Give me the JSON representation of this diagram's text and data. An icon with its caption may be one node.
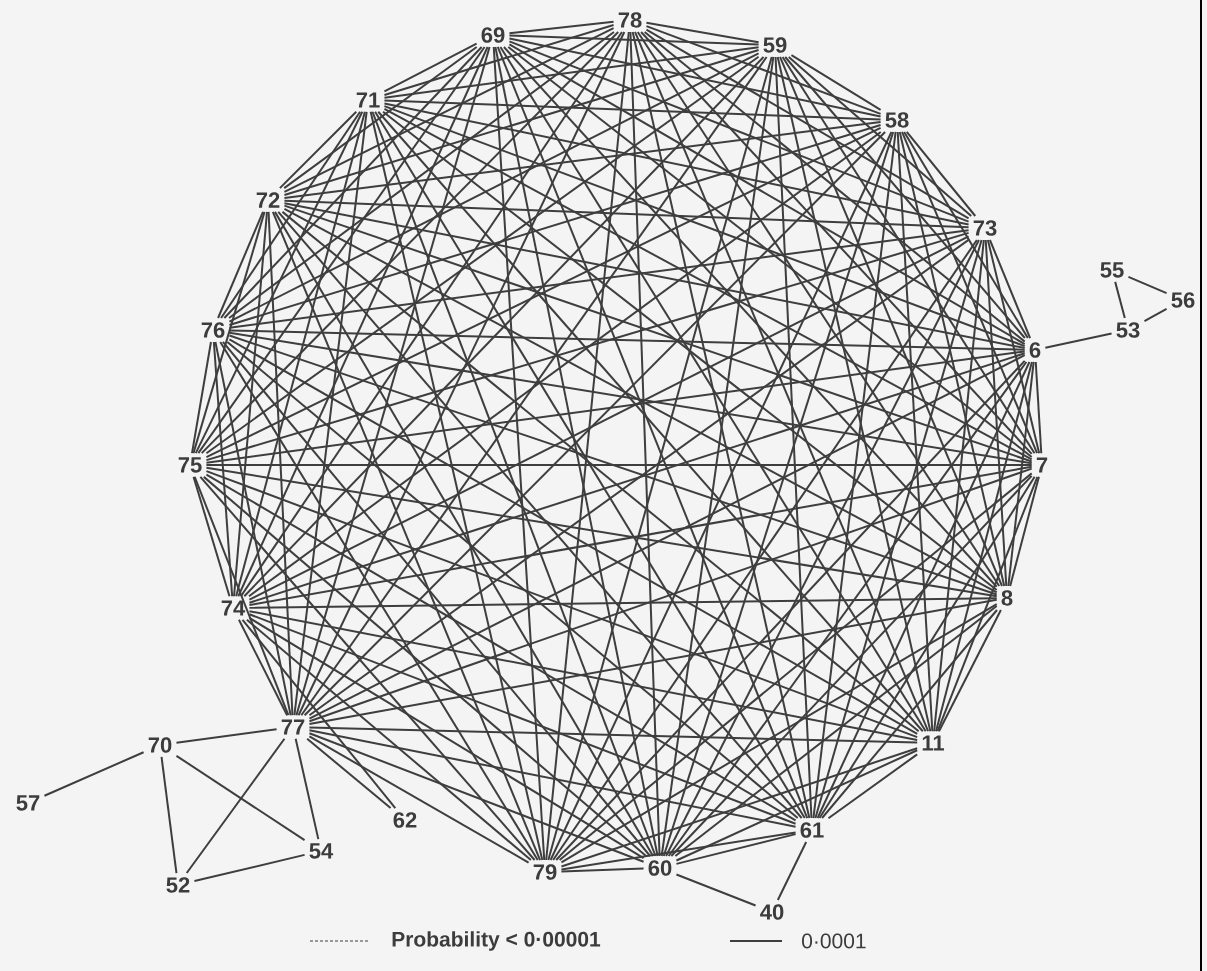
{
  "diagram": {
    "nodes": [
      {
        "text": [
          "78"
        ]
      },
      {
        "text": [
          "59"
        ]
      },
      {
        "text": [
          "58"
        ]
      },
      {
        "text": [
          "73"
        ]
      },
      {
        "text": [
          "6"
        ]
      },
      {
        "text": [
          "7"
        ]
      },
      {
        "text": [
          "8"
        ]
      },
      {
        "text": [
          "11"
        ]
      },
      {
        "text": [
          "61"
        ]
      },
      {
        "text": [
          "60"
        ]
      },
      {
        "text": [
          "79"
        ]
      },
      {
        "text": [
          "77"
        ]
      },
      {
        "text": [
          "74"
        ]
      },
      {
        "text": [
          "75"
        ]
      },
      {
        "text": [
          "76"
        ]
      },
      {
        "text": [
          "72"
        ]
      },
      {
        "text": [
          "71"
        ]
      },
      {
        "text": [
          "69"
        ]
      },
      {
        "text": [
          "55"
        ]
      },
      {
        "text": [
          "56"
        ]
      },
      {
        "text": [
          "53"
        ]
      },
      {
        "text": [
          "70"
        ]
      },
      {
        "text": [
          "57"
        ]
      },
      {
        "text": [
          "62"
        ]
      },
      {
        "text": [
          "54"
        ]
      },
      {
        "text": [
          "52"
        ]
      },
      {
        "text": [
          "40"
        ]
      }
    ],
    "edges": [
      {
        "from": 0,
        "to": 1,
        "arrow": "none"
      },
      {
        "from": 0,
        "to": 2,
        "arrow": "none"
      },
      {
        "from": 0,
        "to": 3,
        "arrow": "none"
      },
      {
        "from": 0,
        "to": 4,
        "arrow": "none"
      },
      {
        "from": 0,
        "to": 5,
        "arrow": "none"
      },
      {
        "from": 0,
        "to": 6,
        "arrow": "none"
      },
      {
        "from": 0,
        "to": 7,
        "arrow": "none"
      },
      {
        "from": 0,
        "to": 8,
        "arrow": "none"
      },
      {
        "from": 0,
        "to": 9,
        "arrow": "none"
      },
      {
        "from": 0,
        "to": 10,
        "arrow": "none"
      },
      {
        "from": 0,
        "to": 11,
        "arrow": "none"
      },
      {
        "from": 0,
        "to": 12,
        "arrow": "none"
      },
      {
        "from": 0,
        "to": 13,
        "arrow": "none"
      },
      {
        "from": 0,
        "to": 14,
        "arrow": "none"
      },
      {
        "from": 0,
        "to": 15,
        "arrow": "none"
      },
      {
        "from": 0,
        "to": 16,
        "arrow": "none"
      },
      {
        "from": 0,
        "to": 17,
        "arrow": "none"
      },
      {
        "from": 1,
        "to": 2,
        "arrow": "none"
      },
      {
        "from": 1,
        "to": 3,
        "arrow": "none"
      },
      {
        "from": 1,
        "to": 4,
        "arrow": "none"
      },
      {
        "from": 1,
        "to": 5,
        "arrow": "none"
      },
      {
        "from": 1,
        "to": 6,
        "arrow": "none"
      },
      {
        "from": 1,
        "to": 7,
        "arrow": "none"
      },
      {
        "from": 1,
        "to": 8,
        "arrow": "none"
      },
      {
        "from": 1,
        "to": 9,
        "arrow": "none"
      },
      {
        "from": 1,
        "to": 10,
        "arrow": "none"
      },
      {
        "from": 1,
        "to": 11,
        "arrow": "none"
      },
      {
        "from": 1,
        "to": 12,
        "arrow": "none"
      },
      {
        "from": 1,
        "to": 13,
        "arrow": "none"
      },
      {
        "from": 1,
        "to": 14,
        "arrow": "none"
      },
      {
        "from": 1,
        "to": 15,
        "arrow": "none"
      },
      {
        "from": 1,
        "to": 16,
        "arrow": "none"
      },
      {
        "from": 1,
        "to": 17,
        "arrow": "none"
      },
      {
        "from": 2,
        "to": 3,
        "arrow": "none"
      },
      {
        "from": 2,
        "to": 4,
        "arrow": "none"
      },
      {
        "from": 2,
        "to": 5,
        "arrow": "none"
      },
      {
        "from": 2,
        "to": 6,
        "arrow": "none"
      },
      {
        "from": 2,
        "to": 7,
        "arrow": "none"
      },
      {
        "from": 2,
        "to": 8,
        "arrow": "none"
      },
      {
        "from": 2,
        "to": 9,
        "arrow": "none"
      },
      {
        "from": 2,
        "to": 10,
        "arrow": "none"
      },
      {
        "from": 2,
        "to": 11,
        "arrow": "none"
      },
      {
        "from": 2,
        "to": 12,
        "arrow": "none"
      },
      {
        "from": 2,
        "to": 13,
        "arrow": "none"
      },
      {
        "from": 2,
        "to": 14,
        "arrow": "none"
      },
      {
        "from": 2,
        "to": 15,
        "arrow": "none"
      },
      {
        "from": 2,
        "to": 16,
        "arrow": "none"
      },
      {
        "from": 2,
        "to": 17,
        "arrow": "none"
      },
      {
        "from": 3,
        "to": 4,
        "arrow": "none"
      },
      {
        "from": 3,
        "to": 5,
        "arrow": "none"
      },
      {
        "from": 3,
        "to": 6,
        "arrow": "none"
      },
      {
        "from": 3,
        "to": 7,
        "arrow": "none"
      },
      {
        "from": 3,
        "to": 8,
        "arrow": "none"
      },
      {
        "from": 3,
        "to": 9,
        "arrow": "none"
      },
      {
        "from": 3,
        "to": 10,
        "arrow": "none"
      },
      {
        "from": 3,
        "to": 11,
        "arrow": "none"
      },
      {
        "from": 3,
        "to": 12,
        "arrow": "none"
      },
      {
        "from": 3,
        "to": 13,
        "arrow": "none"
      },
      {
        "from": 3,
        "to": 14,
        "arrow": "none"
      },
      {
        "from": 3,
        "to": 15,
        "arrow": "none"
      },
      {
        "from": 3,
        "to": 16,
        "arrow": "none"
      },
      {
        "from": 3,
        "to": 17,
        "arrow": "none"
      },
      {
        "from": 4,
        "to": 5,
        "arrow": "none"
      },
      {
        "from": 4,
        "to": 6,
        "arrow": "none"
      },
      {
        "from": 4,
        "to": 7,
        "arrow": "none"
      },
      {
        "from": 4,
        "to": 8,
        "arrow": "none"
      },
      {
        "from": 4,
        "to": 9,
        "arrow": "none"
      },
      {
        "from": 4,
        "to": 10,
        "arrow": "none"
      },
      {
        "from": 4,
        "to": 11,
        "arrow": "none"
      },
      {
        "from": 4,
        "to": 12,
        "arrow": "none"
      },
      {
        "from": 4,
        "to": 13,
        "arrow": "none"
      },
      {
        "from": 4,
        "to": 14,
        "arrow": "none"
      },
      {
        "from": 4,
        "to": 15,
        "arrow": "none"
      },
      {
        "from": 4,
        "to": 16,
        "arrow": "none"
      },
      {
        "from": 4,
        "to": 17,
        "arrow": "none"
      },
      {
        "from": 5,
        "to": 6,
        "arrow": "none"
      },
      {
        "from": 5,
        "to": 7,
        "arrow": "none"
      },
      {
        "from": 5,
        "to": 8,
        "arrow": "none"
      },
      {
        "from": 5,
        "to": 9,
        "arrow": "none"
      },
      {
        "from": 5,
        "to": 10,
        "arrow": "none"
      },
      {
        "from": 5,
        "to": 11,
        "arrow": "none"
      },
      {
        "from": 5,
        "to": 12,
        "arrow": "none"
      },
      {
        "from": 5,
        "to": 13,
        "arrow": "none"
      },
      {
        "from": 5,
        "to": 14,
        "arrow": "none"
      },
      {
        "from": 5,
        "to": 15,
        "arrow": "none"
      },
      {
        "from": 5,
        "to": 16,
        "arrow": "none"
      },
      {
        "from": 5,
        "to": 17,
        "arrow": "none"
      },
      {
        "from": 6,
        "to": 7,
        "arrow": "none"
      },
      {
        "from": 6,
        "to": 8,
        "arrow": "none"
      },
      {
        "from": 6,
        "to": 9,
        "arrow": "none"
      },
      {
        "from": 6,
        "to": 10,
        "arrow": "none"
      },
      {
        "from": 6,
        "to": 11,
        "arrow": "none"
      },
      {
        "from": 6,
        "to": 12,
        "arrow": "none"
      },
      {
        "from": 6,
        "to": 13,
        "arrow": "none"
      },
      {
        "from": 6,
        "to": 14,
        "arrow": "none"
      },
      {
        "from": 6,
        "to": 15,
        "arrow": "none"
      },
      {
        "from": 6,
        "to": 16,
        "arrow": "none"
      },
      {
        "from": 6,
        "to": 17,
        "arrow": "none"
      },
      {
        "from": 7,
        "to": 8,
        "arrow": "none"
      },
      {
        "from": 7,
        "to": 9,
        "arrow": "none"
      },
      {
        "from": 7,
        "to": 10,
        "arrow": "none"
      },
      {
        "from": 7,
        "to": 11,
        "arrow": "none"
      },
      {
        "from": 7,
        "to": 12,
        "arrow": "none"
      },
      {
        "from": 7,
        "to": 13,
        "arrow": "none"
      },
      {
        "from": 7,
        "to": 14,
        "arrow": "none"
      },
      {
        "from": 7,
        "to": 15,
        "arrow": "none"
      },
      {
        "from": 7,
        "to": 16,
        "arrow": "none"
      },
      {
        "from": 7,
        "to": 17,
        "arrow": "none"
      },
      {
        "from": 8,
        "to": 9,
        "arrow": "none"
      },
      {
        "from": 8,
        "to": 10,
        "arrow": "none"
      },
      {
        "from": 8,
        "to": 11,
        "arrow": "none"
      },
      {
        "from": 8,
        "to": 12,
        "arrow": "none"
      },
      {
        "from": 8,
        "to": 13,
        "arrow": "none"
      },
      {
        "from": 8,
        "to": 14,
        "arrow": "none"
      },
      {
        "from": 8,
        "to": 15,
        "arrow": "none"
      },
      {
        "from": 8,
        "to": 16,
        "arrow": "none"
      },
      {
        "from": 8,
        "to": 17,
        "arrow": "none"
      },
      {
        "from": 9,
        "to": 10,
        "arrow": "none"
      },
      {
        "from": 9,
        "to": 11,
        "arrow": "none"
      },
      {
        "from": 9,
        "to": 12,
        "arrow": "none"
      },
      {
        "from": 9,
        "to": 13,
        "arrow": "none"
      },
      {
        "from": 9,
        "to": 14,
        "arrow": "none"
      },
      {
        "from": 9,
        "to": 15,
        "arrow": "none"
      },
      {
        "from": 9,
        "to": 16,
        "arrow": "none"
      },
      {
        "from": 9,
        "to": 17,
        "arrow": "none"
      },
      {
        "from": 10,
        "to": 11,
        "arrow": "none"
      },
      {
        "from": 10,
        "to": 12,
        "arrow": "none"
      },
      {
        "from": 10,
        "to": 13,
        "arrow": "none"
      },
      {
        "from": 10,
        "to": 14,
        "arrow": "none"
      },
      {
        "from": 10,
        "to": 15,
        "arrow": "none"
      },
      {
        "from": 10,
        "to": 16,
        "arrow": "none"
      },
      {
        "from": 10,
        "to": 17,
        "arrow": "none"
      },
      {
        "from": 11,
        "to": 12,
        "arrow": "none"
      },
      {
        "from": 11,
        "to": 13,
        "arrow": "none"
      },
      {
        "from": 11,
        "to": 14,
        "arrow": "none"
      },
      {
        "from": 11,
        "to": 15,
        "arrow": "none"
      },
      {
        "from": 11,
        "to": 16,
        "arrow": "none"
      },
      {
        "from": 11,
        "to": 17,
        "arrow": "none"
      },
      {
        "from": 12,
        "to": 13,
        "arrow": "none"
      },
      {
        "from": 12,
        "to": 14,
        "arrow": "none"
      },
      {
        "from": 12,
        "to": 15,
        "arrow": "none"
      },
      {
        "from": 12,
        "to": 16,
        "arrow": "none"
      },
      {
        "from": 12,
        "to": 17,
        "arrow": "none"
      },
      {
        "from": 13,
        "to": 14,
        "arrow": "none"
      },
      {
        "from": 13,
        "to": 15,
        "arrow": "none"
      },
      {
        "from": 13,
        "to": 16,
        "arrow": "none"
      },
      {
        "from": 13,
        "to": 17,
        "arrow": "none"
      },
      {
        "from": 14,
        "to": 15,
        "arrow": "none"
      },
      {
        "from": 14,
        "to": 16,
        "arrow": "none"
      },
      {
        "from": 14,
        "to": 17,
        "arrow": "none"
      },
      {
        "from": 15,
        "to": 16,
        "arrow": "none"
      },
      {
        "from": 15,
        "to": 17,
        "arrow": "none"
      },
      {
        "from": 16,
        "to": 17,
        "arrow": "none"
      },
      {
        "from": 18,
        "to": 19,
        "arrow": "none"
      },
      {
        "from": 18,
        "to": 20,
        "arrow": "none"
      },
      {
        "from": 19,
        "to": 20,
        "arrow": "none"
      },
      {
        "from": 4,
        "to": 20,
        "arrow": "none"
      },
      {
        "from": 21,
        "to": 11,
        "arrow": "none"
      },
      {
        "from": 21,
        "to": 22,
        "arrow": "none"
      },
      {
        "from": 21,
        "to": 25,
        "arrow": "none"
      },
      {
        "from": 21,
        "to": 24,
        "arrow": "none"
      },
      {
        "from": 11,
        "to": 25,
        "arrow": "none"
      },
      {
        "from": 11,
        "to": 24,
        "arrow": "none"
      },
      {
        "from": 25,
        "to": 24,
        "arrow": "none"
      },
      {
        "from": 11,
        "to": 23,
        "arrow": "none"
      },
      {
        "from": 12,
        "to": 23,
        "arrow": "none"
      },
      {
        "from": 9,
        "to": 26,
        "arrow": "none"
      },
      {
        "from": 8,
        "to": 26,
        "arrow": "none"
      }
    ],
    "legend": [
      {
        "text": "Probability < 0·00001"
      },
      {
        "text": "0·0001"
      }
    ]
  }
}
